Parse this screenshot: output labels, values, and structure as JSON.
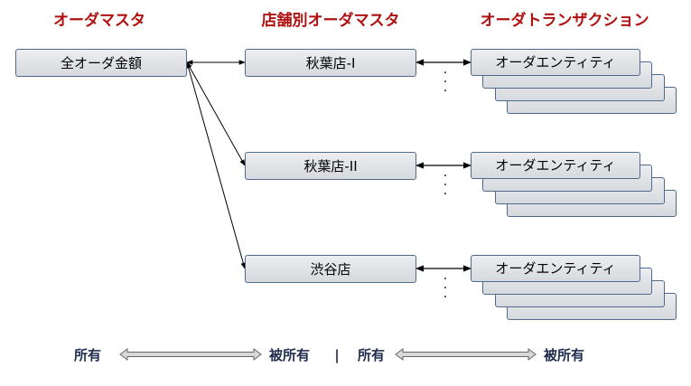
{
  "headers": {
    "master": "オーダマスタ",
    "store_master": "店舗別オーダマスタ",
    "transaction": "オーダトランザクション"
  },
  "total_box": {
    "label": "全オーダ金額"
  },
  "stores": [
    {
      "label": "秋葉店-I",
      "entity_label": "オーダエンティティ"
    },
    {
      "label": "秋葉店-II",
      "entity_label": "オーダエンティティ"
    },
    {
      "label": "渋谷店",
      "entity_label": "オーダエンティティ"
    }
  ],
  "legend": {
    "owner_left": "所有",
    "owned_left": "被所有",
    "separator": "|",
    "owner_right": "所有",
    "owned_right": "被所有"
  },
  "colors": {
    "header_text": "#b01010",
    "box_border": "#4f6a8c",
    "legend_text": "#1f2d4e"
  }
}
